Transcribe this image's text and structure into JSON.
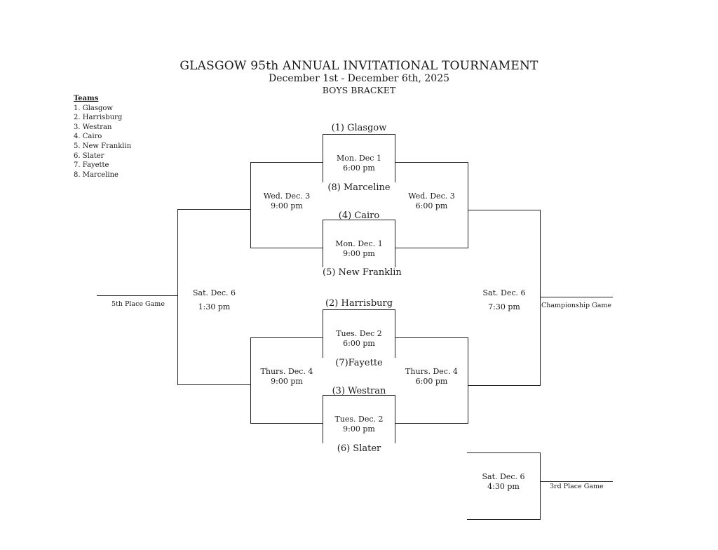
{
  "header": {
    "title": "GLASGOW 95th ANNUAL INVITATIONAL TOURNAMENT",
    "dates": "December 1st - December 6th, 2025",
    "bracket": "BOYS BRACKET"
  },
  "teams": {
    "heading": "Teams",
    "list": [
      "1. Glasgow",
      "2. Harrisburg",
      "3. Westran",
      "4. Cairo",
      "5. New Franklin",
      "6. Slater",
      "7. Fayette",
      "8. Marceline"
    ]
  },
  "seeds": {
    "s1": "(1) Glasgow",
    "s8": "(8) Marceline",
    "s4": "(4) Cairo",
    "s5": "(5) New Franklin",
    "s2": "(2) Harrisburg",
    "s7": "(7)Fayette",
    "s3": "(3) Westran",
    "s6": "(6) Slater"
  },
  "games": {
    "g1": {
      "day": "Mon. Dec 1",
      "time": "6:00 pm"
    },
    "g2": {
      "day": "Mon. Dec. 1",
      "time": "9:00 pm"
    },
    "g3": {
      "day": "Tues. Dec 2",
      "time": "6:00 pm"
    },
    "g4": {
      "day": "Tues. Dec. 2",
      "time": "9:00 pm"
    },
    "semi_top_left": {
      "day": "Wed. Dec. 3",
      "time": "9:00 pm"
    },
    "semi_top_right": {
      "day": "Wed. Dec. 3",
      "time": "6:00 pm"
    },
    "semi_bot_left": {
      "day": "Thurs. Dec. 4",
      "time": "9:00 pm"
    },
    "semi_bot_right": {
      "day": "Thurs. Dec. 4",
      "time": "6:00 pm"
    },
    "fifth": {
      "day": "Sat. Dec. 6",
      "time": "1:30 pm"
    },
    "championship": {
      "day": "Sat. Dec. 6",
      "time": "7:30 pm"
    },
    "third": {
      "day": "Sat. Dec. 6",
      "time": "4:30 pm"
    }
  },
  "labels": {
    "fifth_place": "5th Place Game",
    "championship": "Championship Game",
    "third_place": "3rd Place Game"
  }
}
